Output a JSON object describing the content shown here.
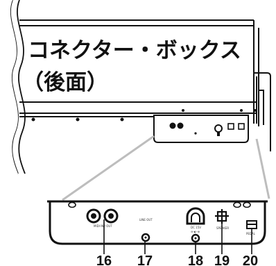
{
  "title": {
    "line1": "コネクター・ボックス",
    "line2": "（後面）"
  },
  "panel_labels": {
    "midi": "MIDI IN / OUT",
    "line_out": "LINE OUT",
    "dc_in": "DC 15V",
    "dc_polarity": "⊖-◐-⊕",
    "speaker": "SPEAKER",
    "pedal": "PEDAL"
  },
  "callouts": [
    {
      "number": "16",
      "target": "midi-connectors"
    },
    {
      "number": "17",
      "target": "line-out-jack"
    },
    {
      "number": "18",
      "target": "dc-in-jack"
    },
    {
      "number": "19",
      "target": "speaker-connector"
    },
    {
      "number": "20",
      "target": "pedal-connector"
    }
  ],
  "colors": {
    "ink": "#111111",
    "panel_fill": "#ffffff",
    "zoom_lines": "#bdbdbd"
  },
  "icons": [
    "wavy-cut-line",
    "screw-icon",
    "midi-din-connector-icon",
    "jack-connector-icon",
    "speaker-plug-icon",
    "pedal-plug-icon"
  ]
}
